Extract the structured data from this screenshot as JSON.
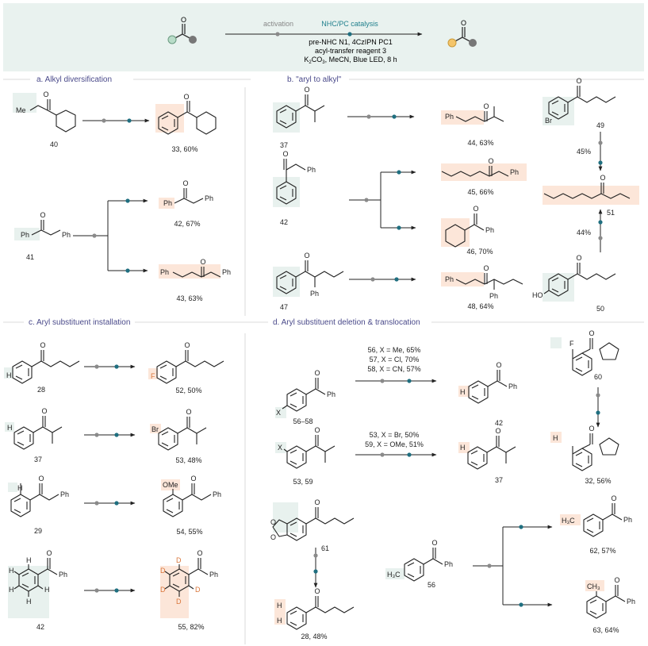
{
  "header": {
    "activation": "activation",
    "catalysis": "NHC/PC catalysis",
    "cond1": "pre-NHC N1, 4CzIPN PC1",
    "cond2": "acyl-transfer reagent 3",
    "cond3_a": "K",
    "cond3_sub1": "2",
    "cond3_b": "CO",
    "cond3_sub2": "3",
    "cond3_c": ", MeCN, Blue LED, 8 h"
  },
  "sections": {
    "a": "a. Alkyl diversification",
    "b": "b. \"aryl to alkyl\"",
    "c": "c. Aryl substituent installation",
    "d": "d. Aryl substituent deletion & translocation"
  },
  "atoms": {
    "me": "Me",
    "ph": "Ph",
    "br": "Br",
    "ho": "HO",
    "h": "H",
    "f": "F",
    "ome": "OMe",
    "d": "D",
    "x": "X",
    "h3c": "H₃C",
    "ch3": "CH₃"
  },
  "labels": {
    "c40": "40",
    "c33": "33, 60%",
    "c41": "41",
    "c42a": "42, 67%",
    "c43": "43, 63%",
    "c37b": "37",
    "c44": "44, 63%",
    "c42b": "42",
    "c45": "45, 66%",
    "c46": "46, 70%",
    "c47": "47",
    "c48": "48, 64%",
    "c49": "49",
    "c51": "51",
    "c50": "50",
    "y45": "45%",
    "y44": "44%",
    "c28": "28",
    "c52": "52, 50%",
    "c37c": "37",
    "c53": "53, 48%",
    "c29": "29",
    "c54": "54, 55%",
    "c42c": "42",
    "c55": "55, 82%",
    "c5658": "56–58",
    "r56": "56, X = Me, 65%",
    "r57": "57, X = Cl, 70%",
    "r58": "58, X = CN, 57%",
    "c42d": "42",
    "c5359": "53, 59",
    "r53": "53, X = Br, 50%",
    "r59": "59, X = OMe, 51%",
    "c37d": "37",
    "c60": "60",
    "c32": "32, 56%",
    "c61": "61",
    "c28b": "28, 48%",
    "c56": "56",
    "c62": "62, 57%",
    "c63": "63, 64%"
  },
  "colors": {
    "header_bg": "#e9f2ef",
    "substrate_hl": "#e8f1ee",
    "product_hl": "#fce6d9",
    "dot_gray": "#8a8a8a",
    "dot_teal": "#1f6f80",
    "title_purple": "#4a4a8a",
    "teal_text": "#1f7f8c"
  }
}
